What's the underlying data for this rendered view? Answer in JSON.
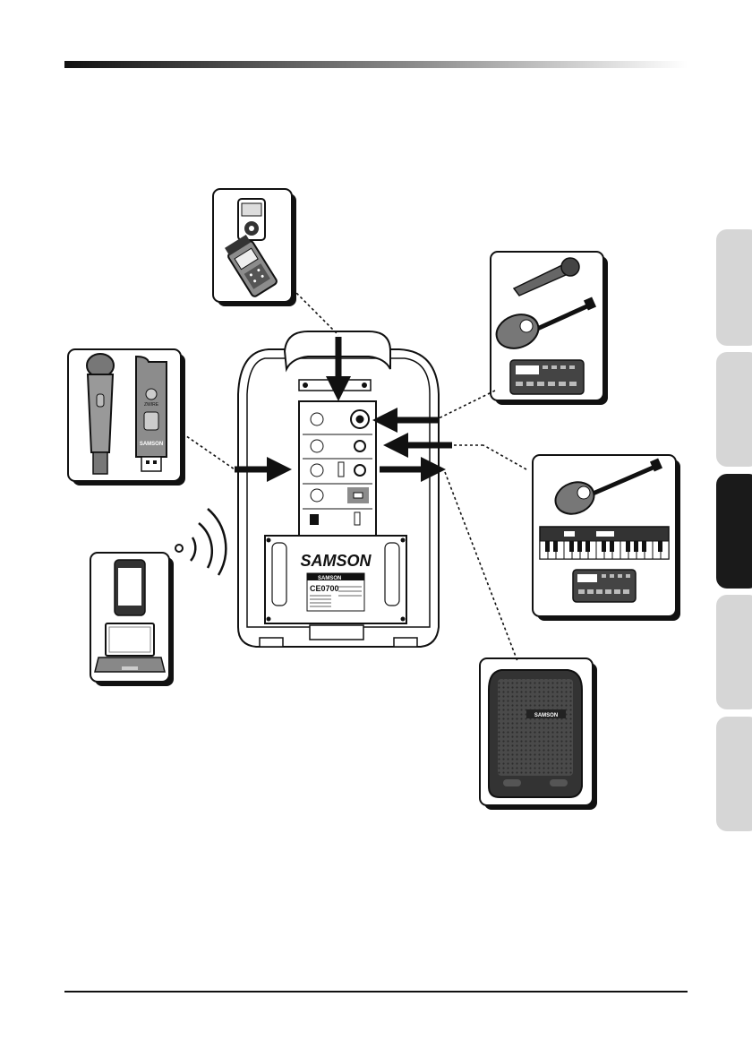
{
  "brand": {
    "speaker_logo": "SAMSON",
    "bluetooth_logo": "SAMSON",
    "label_panel_brand": "SAMSON",
    "label_panel_cert": "CE0700",
    "mic_receiver_brand": "SAMSON",
    "mic_receiver_badge": "ZWIRE"
  },
  "colors": {
    "outline": "#1a1a1a",
    "device_gray": "#8c8c8c",
    "dark_gray": "#3a3a3a",
    "tab_light": "#d6d6d6",
    "tab_active": "#1a1a1a",
    "arrow": "#111111"
  },
  "side_tabs": [
    {
      "state": "inactive"
    },
    {
      "state": "inactive"
    },
    {
      "state": "active"
    },
    {
      "state": "inactive"
    },
    {
      "state": "inactive"
    }
  ],
  "devices": [
    {
      "name": "mp3-player-and-recorder",
      "icons": [
        "media-player-icon",
        "handheld-recorder-icon"
      ]
    },
    {
      "name": "wireless-microphone-kit",
      "icons": [
        "handheld-mic-icon",
        "usb-receiver-icon"
      ]
    },
    {
      "name": "bluetooth-sources",
      "icons": [
        "smartphone-icon",
        "laptop-icon",
        "wireless-signal-icon"
      ]
    },
    {
      "name": "mic-and-instruments",
      "icons": [
        "microphone-icon",
        "acoustic-guitar-icon",
        "drum-machine-icon"
      ]
    },
    {
      "name": "line-instruments",
      "icons": [
        "acoustic-guitar-icon",
        "keyboard-icon",
        "drum-machine-icon"
      ]
    },
    {
      "name": "extension-speaker",
      "icons": [
        "speaker-cabinet-icon"
      ]
    }
  ]
}
